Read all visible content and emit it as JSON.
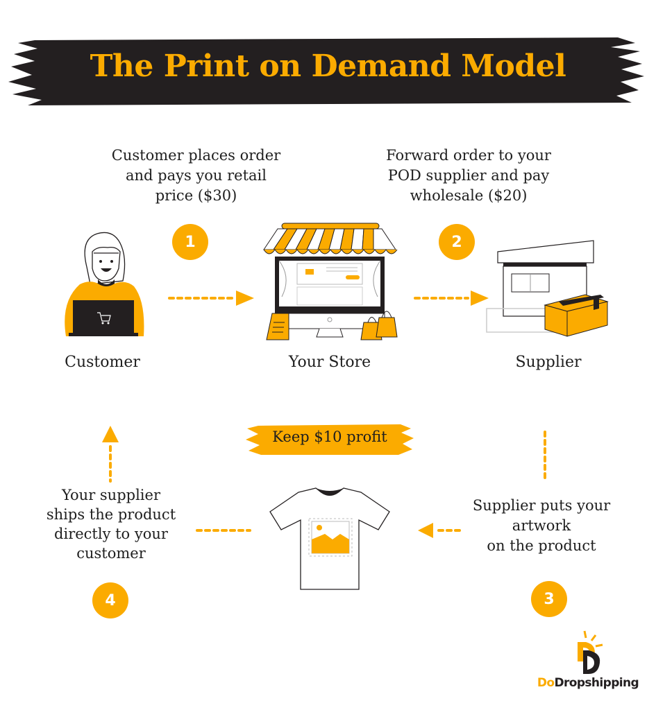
{
  "title": "The Print on Demand Model",
  "colors": {
    "accent": "#fbab00",
    "dark": "#231f20",
    "text": "#1e1e1e",
    "background": "#ffffff"
  },
  "steps": [
    {
      "number": "1",
      "caption": [
        "Customer places order",
        "and pays you retail",
        "price ($30)"
      ]
    },
    {
      "number": "2",
      "caption": [
        "Forward order to your",
        "POD supplier and pay",
        "wholesale ($20)"
      ]
    },
    {
      "number": "3",
      "caption": [
        "Supplier puts your",
        "artwork",
        "on the product"
      ]
    },
    {
      "number": "4",
      "caption": [
        "Your supplier",
        "ships the product",
        "directly to your",
        "customer"
      ]
    }
  ],
  "nodes": {
    "customer": {
      "label": "Customer",
      "icon": "customer-laptop-icon"
    },
    "store": {
      "label": "Your Store",
      "icon": "storefront-icon"
    },
    "supplier": {
      "label": "Supplier",
      "icon": "warehouse-box-icon"
    },
    "product": {
      "icon": "tshirt-artwork-icon"
    }
  },
  "profit_banner": "Keep $10 profit",
  "logo": {
    "text_do": "Do",
    "text_rest": "Dropshipping",
    "icon": "dodropshipping-logo-icon"
  }
}
